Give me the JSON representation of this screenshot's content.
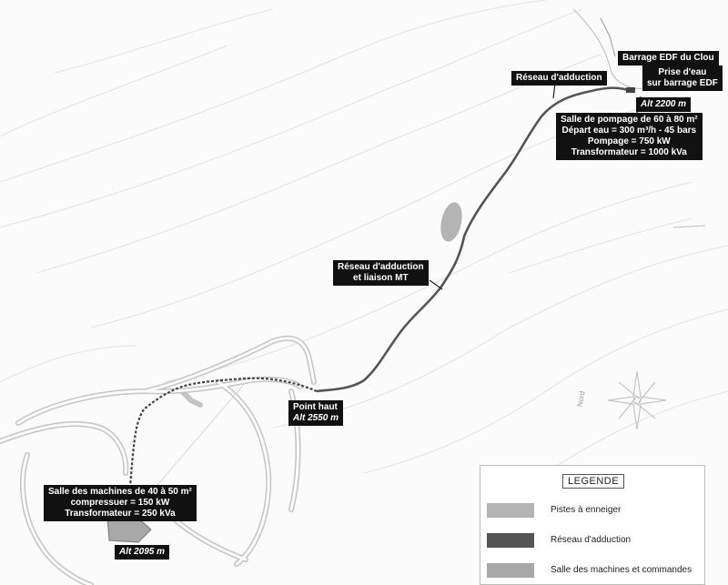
{
  "labels": {
    "barrage": "Barrage EDF du Clou",
    "reseau_top": "Réseau d'adduction",
    "prise_line1": "Prise d'eau",
    "prise_line2": "sur barrage EDF",
    "alt_2200": "Alt 2200 m",
    "pompage_line1": "Salle de pompage de 60 à 80 m²",
    "pompage_line2": "Départ eau = 300 m³/h - 45 bars",
    "pompage_line3": "Pompage = 750 kW",
    "pompage_line4": "Transformateur = 1000 kVa",
    "reseau_mt_line1": "Réseau d'adduction",
    "reseau_mt_line2": "et liaison MT",
    "point_haut": "Point haut",
    "alt_2550": "Alt 2550 m",
    "machines_line1": "Salle des machines de 40 à 50 m²",
    "machines_line2": "compressuer = 150 kW",
    "machines_line3": "Transformateur = 250 kVa",
    "alt_2095": "Alt 2095 m"
  },
  "legend": {
    "title": "LEGENDE",
    "items": [
      {
        "label": "Pistes à enneiger",
        "color": "#b4b4b4"
      },
      {
        "label": "Réseau d'adduction",
        "color": "#555555"
      },
      {
        "label": "Salle des machines et commandes",
        "color": "#a8a8a8"
      }
    ]
  },
  "compass": {
    "north": "Nord"
  },
  "colors": {
    "route": "#555555",
    "background": "#fbfbfb",
    "label_bg": "#111111"
  }
}
